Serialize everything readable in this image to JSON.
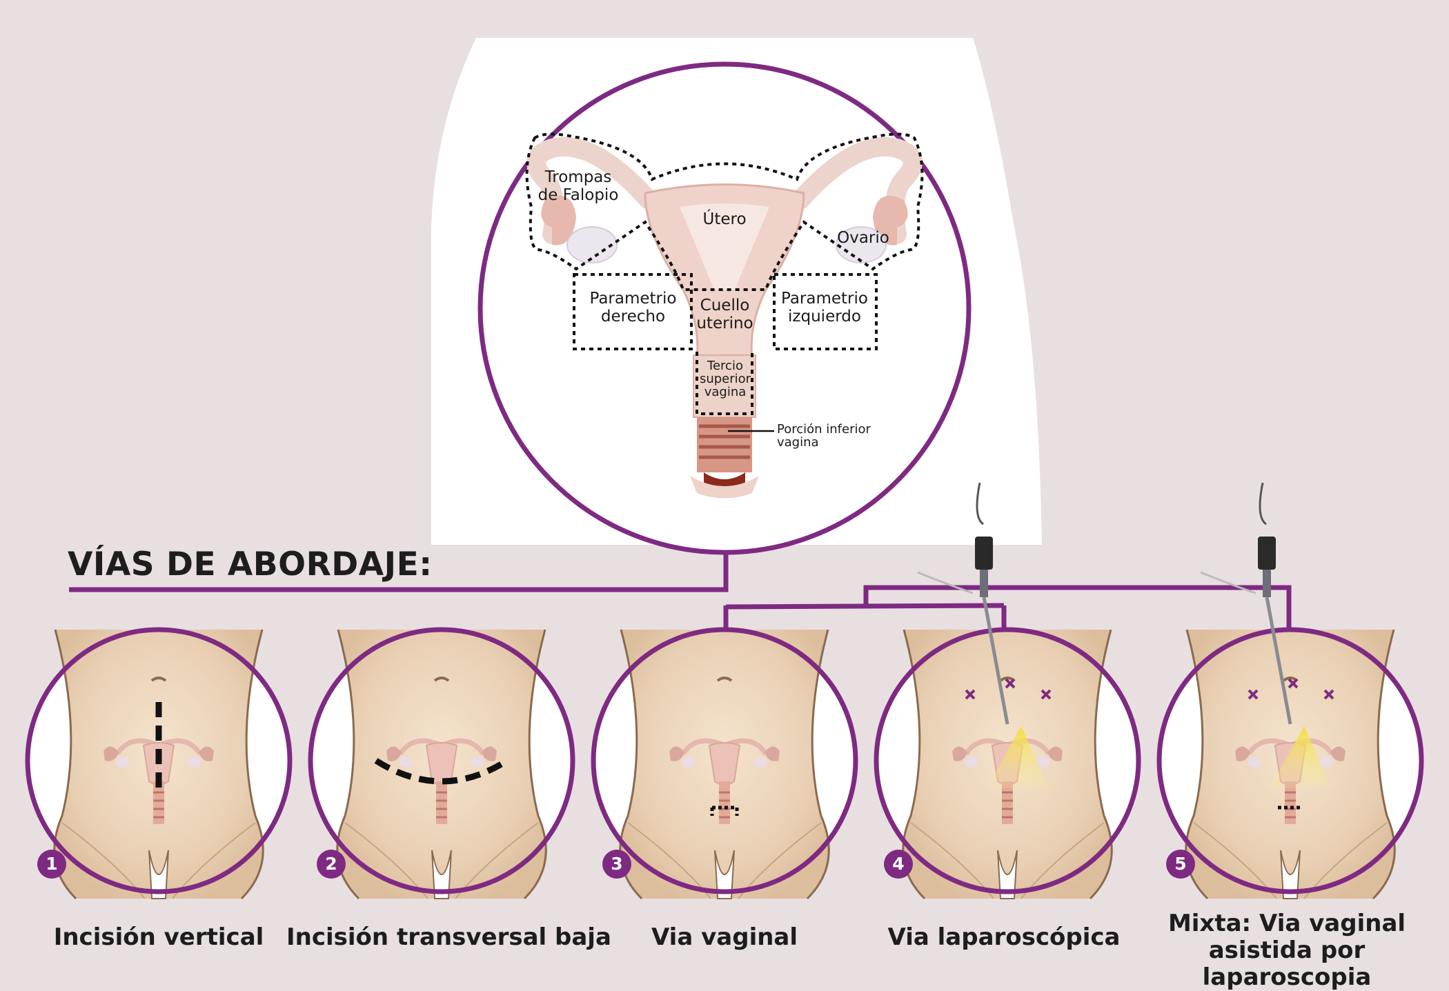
{
  "title": "VÍAS DE ABORDAJE:",
  "anatomy": {
    "trompas": "Trompas de Falopio",
    "utero": "Útero",
    "ovario": "Ovario",
    "param_der": "Parametrio derecho",
    "cuello": "Cuello uterino",
    "param_izq": "Parametrio izquierdo",
    "tercio": "Tercio superior vagina",
    "porcion": "Porción inferior vagina"
  },
  "approaches": [
    {
      "number": "1",
      "label": "Incisión vertical"
    },
    {
      "number": "2",
      "label": "Incisión transversal baja"
    },
    {
      "number": "3",
      "label": "Via vaginal"
    },
    {
      "number": "4",
      "label": "Via laparoscópica"
    },
    {
      "number": "5",
      "label": "Mixta: Via vaginal asistida por laparoscopia"
    }
  ],
  "colors": {
    "background": "#e8dfe1",
    "accent": "#7e2a82",
    "skin": "#edd7bd",
    "uterus": "#ecc9c2",
    "light_cone": "#f5e36a"
  }
}
